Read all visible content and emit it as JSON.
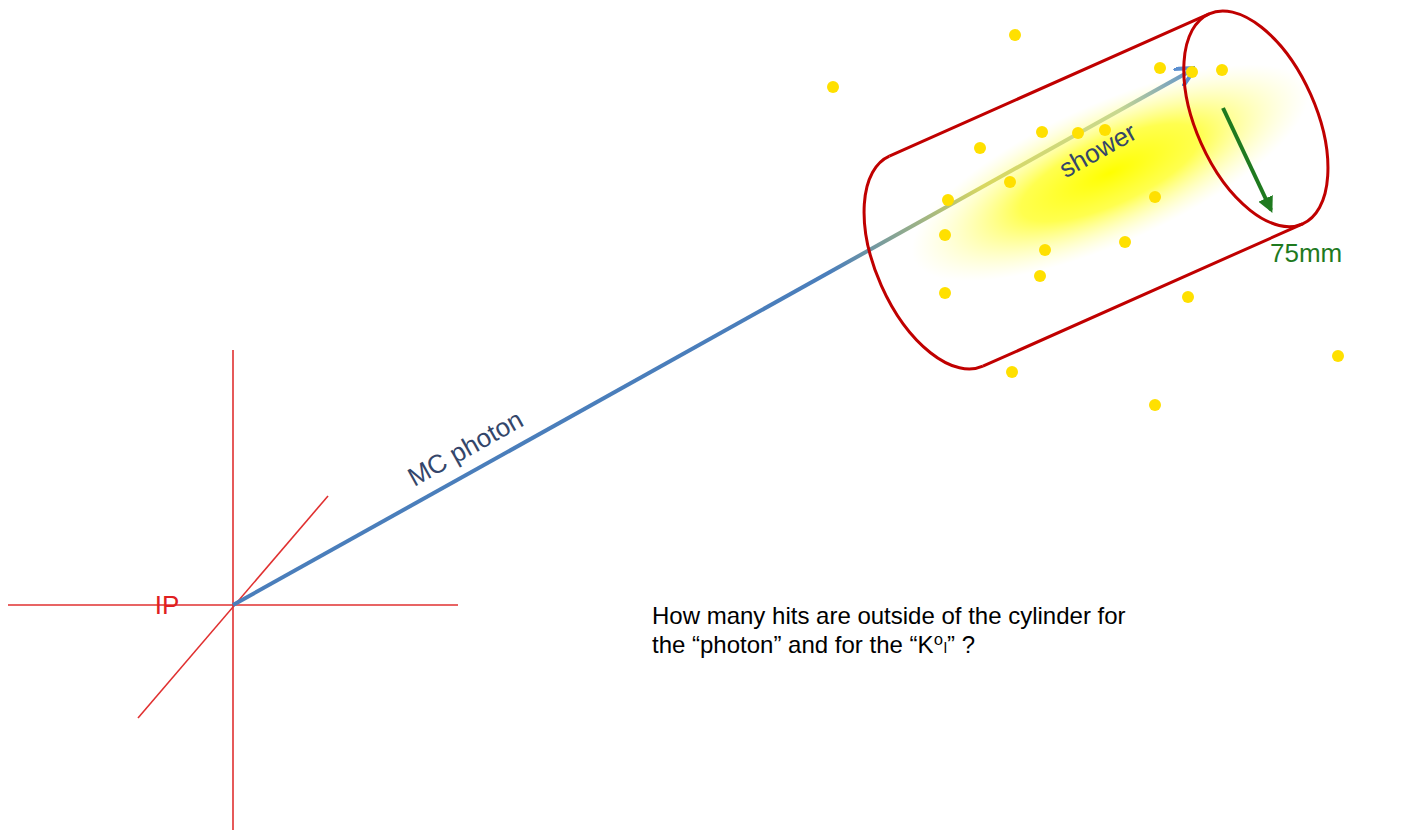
{
  "diagram": {
    "labels": [
      "IP",
      "MC photon",
      "shower",
      "75mm",
      "How many hits are outside of the cylinder for the “photon” and for the “K⁰ₗ” ?"
    ]
  }
}
